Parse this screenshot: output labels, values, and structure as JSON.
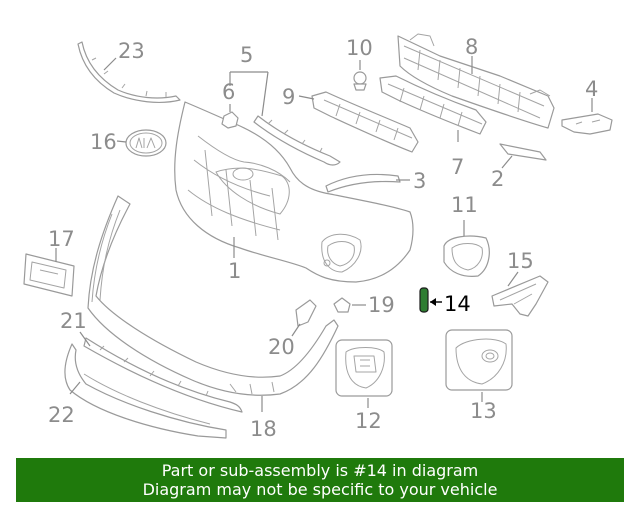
{
  "callouts": {
    "c1": "1",
    "c2": "2",
    "c3": "3",
    "c4": "4",
    "c5": "5",
    "c6": "6",
    "c7": "7",
    "c8": "8",
    "c9": "9",
    "c10": "10",
    "c11": "11",
    "c12": "12",
    "c13": "13",
    "c14": "14",
    "c15": "15",
    "c16": "16",
    "c17": "17",
    "c18": "18",
    "c19": "19",
    "c20": "20",
    "c21": "21",
    "c22": "22",
    "c23": "23"
  },
  "highlight": {
    "part_number": "14",
    "color": "#1f7a0c"
  },
  "banner": {
    "line1": "Part or sub-assembly is #14 in diagram",
    "line2": "Diagram may not be specific to your vehicle"
  }
}
